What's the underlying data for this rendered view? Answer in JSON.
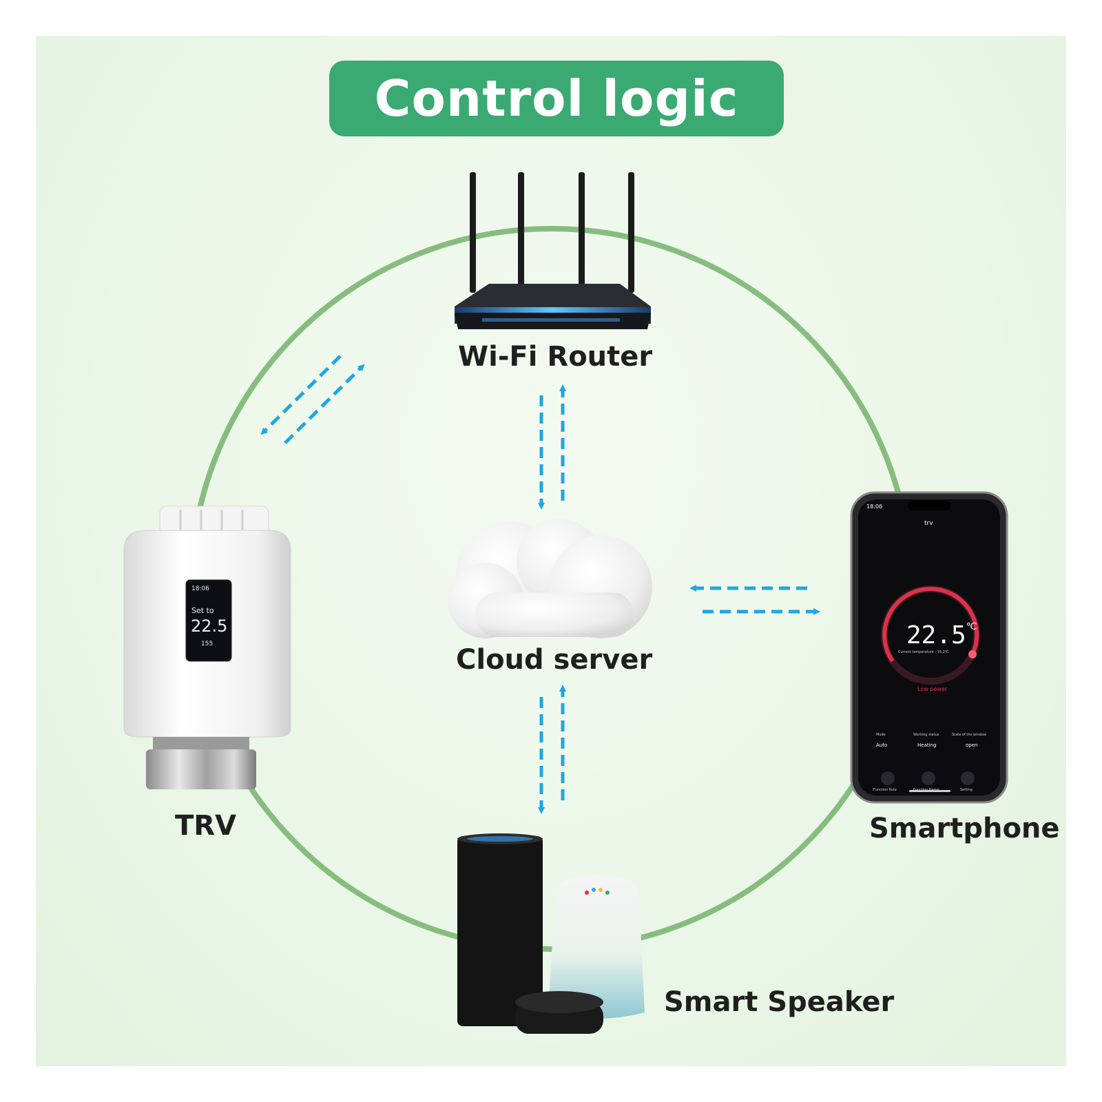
{
  "title": "Control logic",
  "nodes": {
    "router": {
      "label": "Wi-Fi Router"
    },
    "cloud": {
      "label": "Cloud server"
    },
    "trv": {
      "label": "TRV"
    },
    "smartphone": {
      "label": "Smartphone"
    },
    "speaker": {
      "label": "Smart Speaker"
    }
  },
  "phone_screen": {
    "status_time": "18:06",
    "header": "trv",
    "temperature": "22.5",
    "unit": "℃",
    "current": "Current temperature : 15.2℃",
    "low_power": "Low power",
    "stats": [
      {
        "label": "Mode",
        "value": "Auto"
      },
      {
        "label": "Working status",
        "value": "Heating"
      },
      {
        "label": "State of the window",
        "value": "open"
      }
    ],
    "buttons": [
      "Function Rule",
      "Function Name",
      "Setting"
    ]
  },
  "trv_screen": {
    "time": "18:06",
    "set_to": "Set to",
    "value": "22.5",
    "small": "155"
  },
  "colors": {
    "title_bg": "#3aaa72",
    "ring": "#86bd7e",
    "arrow": "#1ea6e6",
    "panel_bg": "#eaf6e7"
  }
}
